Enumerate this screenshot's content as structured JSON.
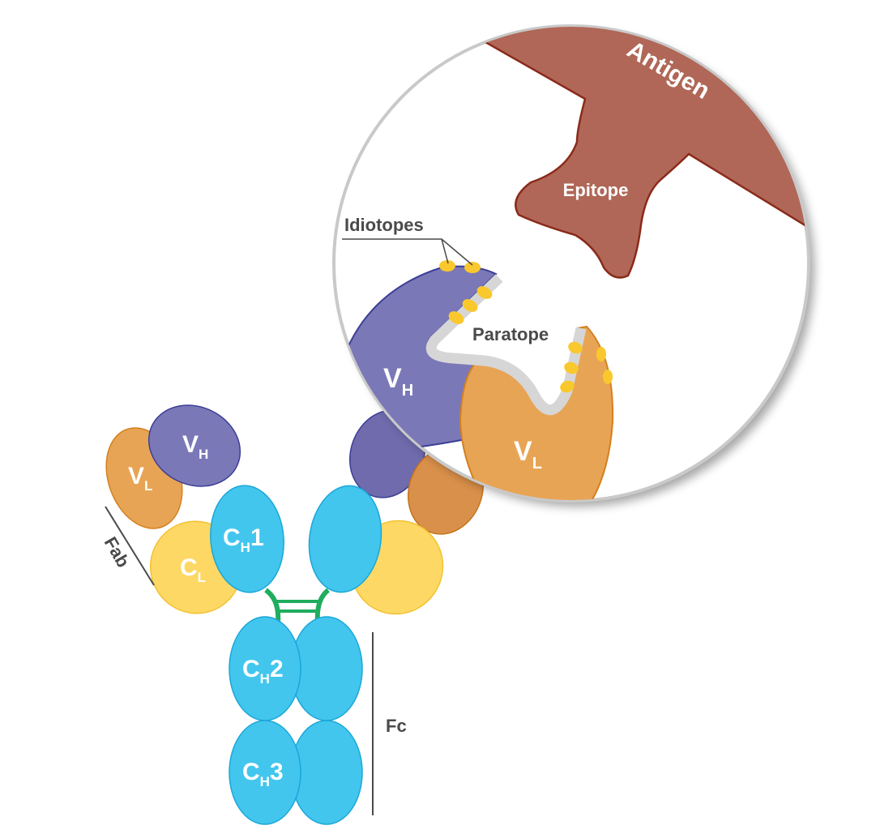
{
  "labels": {
    "antigen": "Antigen",
    "epitope": "Epitope",
    "idiotopes": "Idiotopes",
    "paratope": "Paratope",
    "fab": "Fab",
    "fc": "Fc"
  },
  "domains": {
    "v": "V",
    "c": "C",
    "h": "H",
    "l": "L",
    "ch1_num": "1",
    "ch2_num": "2",
    "ch3_num": "3"
  },
  "colors": {
    "heavy_variable": "#7b78b8",
    "light_variable": "#e8a455",
    "light_constant": "#fdd865",
    "heavy_constant": "#42c6ee",
    "hinge_disulfide": "#1fad5e",
    "antigen": "#b06757",
    "idiotope": "#f9c82d",
    "paratope_groove": "#d6d6d6"
  }
}
